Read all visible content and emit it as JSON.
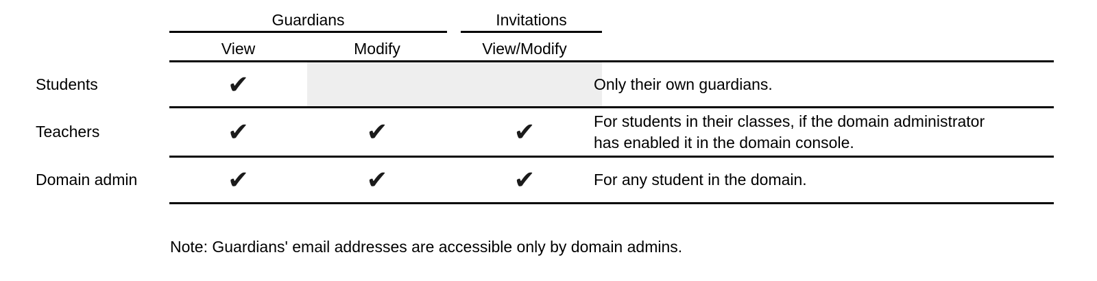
{
  "colors": {
    "background": "#ffffff",
    "text": "#000000",
    "line": "#000000",
    "disabled_cell_bg": "#eeeeee",
    "check": "#1b1b1b"
  },
  "icons": {
    "check_glyph": "✔"
  },
  "table": {
    "group_headers": [
      {
        "label": "Guardians"
      },
      {
        "label": "Invitations"
      }
    ],
    "column_headers": [
      "View",
      "Modify",
      "View/Modify"
    ],
    "rows": [
      {
        "label": "Students",
        "permissions": {
          "guardians_view": true,
          "guardians_modify": false,
          "invitations_view_modify": false
        },
        "note_lines": [
          "Only their own guardians."
        ]
      },
      {
        "label": "Teachers",
        "permissions": {
          "guardians_view": true,
          "guardians_modify": true,
          "invitations_view_modify": true
        },
        "note_lines": [
          "For students in their classes, if the domain administrator",
          "has enabled it in the domain console."
        ]
      },
      {
        "label": "Domain admin",
        "permissions": {
          "guardians_view": true,
          "guardians_modify": true,
          "invitations_view_modify": true
        },
        "note_lines": [
          "For any student in the domain."
        ]
      }
    ],
    "footnote": "Note: Guardians' email addresses are accessible only by domain admins."
  }
}
